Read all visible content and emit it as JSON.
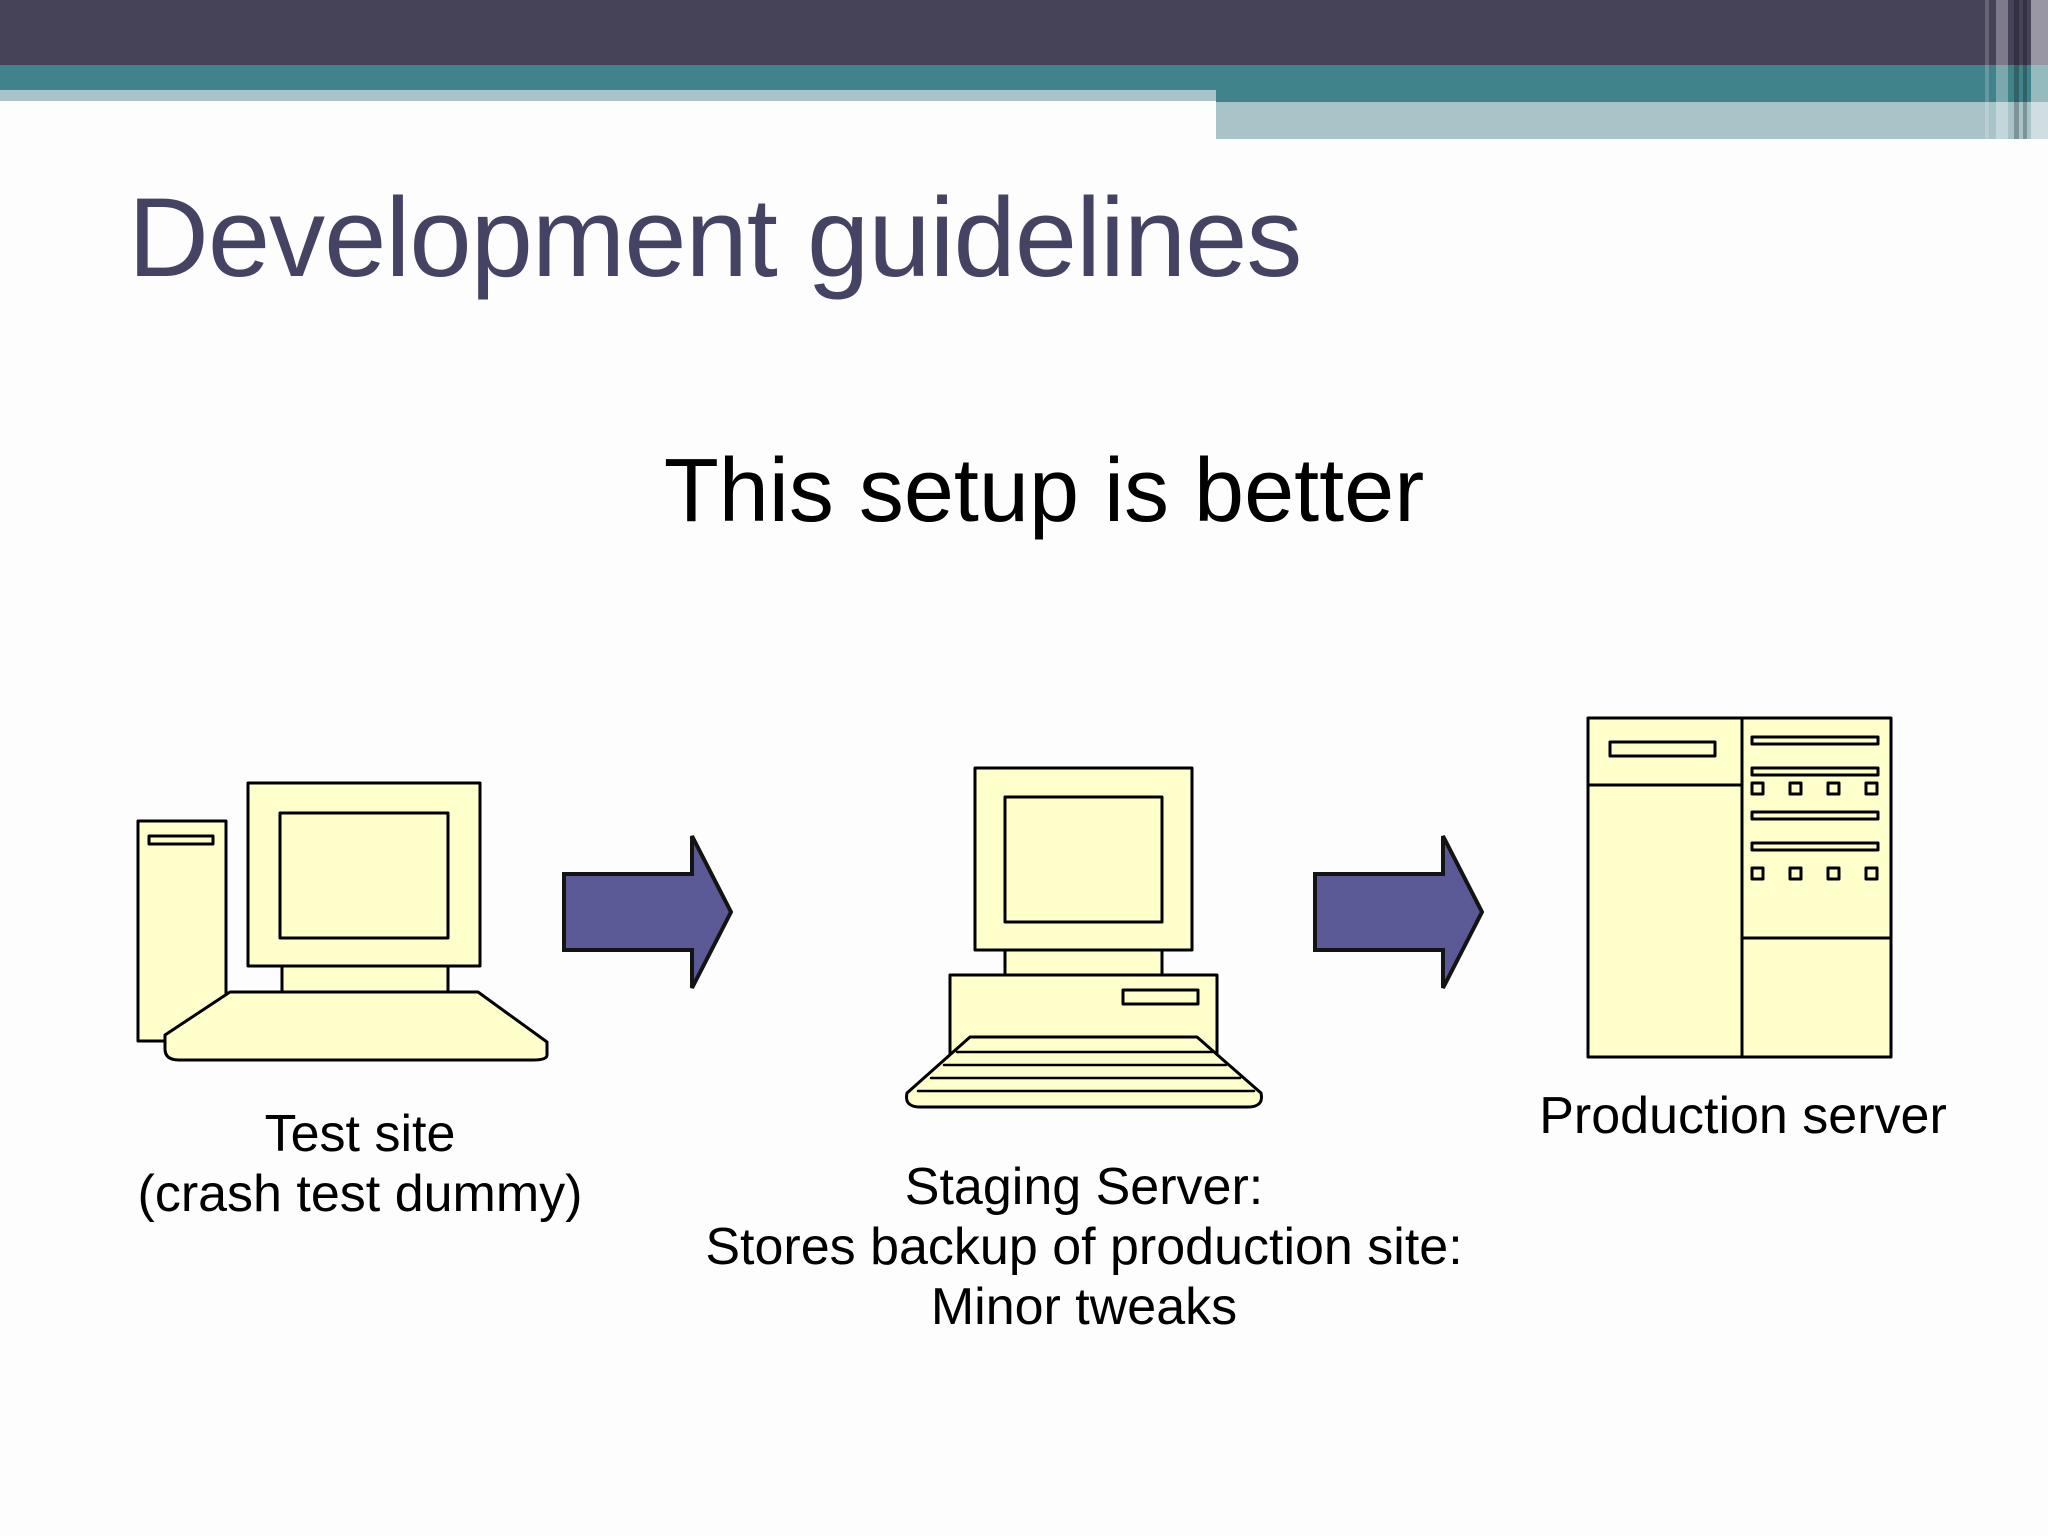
{
  "slide": {
    "title": "Development guidelines",
    "subtitle": "This setup is better"
  },
  "colors": {
    "background": "#fdfdfd",
    "header_dark": "#464359",
    "header_teal": "#41838a",
    "header_light": "#a9c4c9",
    "title_color": "#454363",
    "text_color": "#000000",
    "arrow_fill": "#5c5a96",
    "arrow_stroke": "#141414",
    "machine_fill": "#ffffcc",
    "machine_stroke": "#000000"
  },
  "diagram": {
    "nodes": [
      {
        "id": "test-site",
        "icon": "desktop-computer-icon",
        "label_lines": [
          "Test site",
          "(crash test dummy)"
        ]
      },
      {
        "id": "staging-server",
        "icon": "desktop-computer-icon",
        "label_lines": [
          "Staging Server:",
          "Stores backup of production site:",
          "Minor tweaks"
        ]
      },
      {
        "id": "production-server",
        "icon": "server-tower-icon",
        "label_lines": [
          "Production server"
        ]
      }
    ],
    "arrows": [
      {
        "icon": "right-block-arrow",
        "from": "test-site",
        "to": "staging-server"
      },
      {
        "icon": "right-block-arrow",
        "from": "staging-server",
        "to": "production-server"
      }
    ]
  }
}
